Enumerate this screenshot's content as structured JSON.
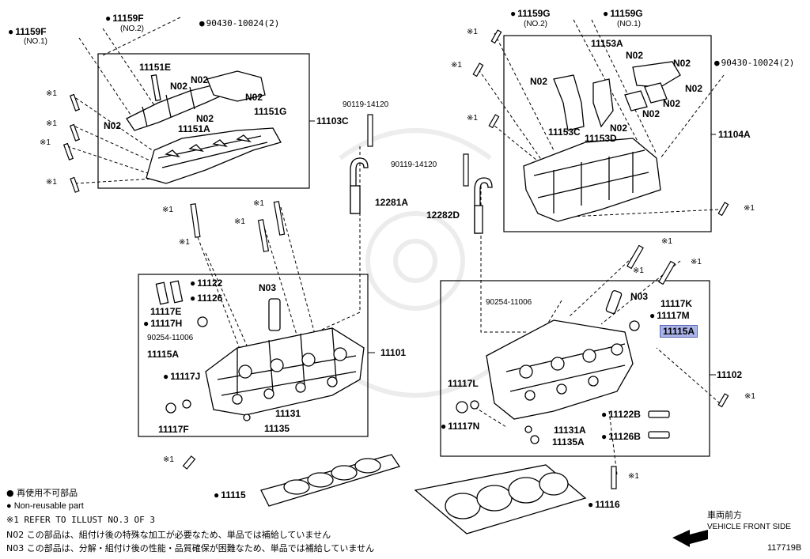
{
  "labels": {
    "p11159F_1": "11159F",
    "p11159F_1_sub": "(NO.1)",
    "p11159F_2": "11159F",
    "p11159F_2_sub": "(NO.2)",
    "p90430_left": "90430-10024(2)",
    "p11151E": "11151E",
    "p11151G": "11151G",
    "p11151A": "11151A",
    "p11103C": "11103C",
    "n02": "N02",
    "p90119_a": "90119-14120",
    "p90119_b": "90119-14120",
    "p12281A": "12281A",
    "p12282D": "12282D",
    "p11159G_2": "11159G",
    "p11159G_2_sub": "(NO.2)",
    "p11159G_1": "11159G",
    "p11159G_1_sub": "(NO.1)",
    "p90430_right": "90430-10024(2)",
    "p11153A": "11153A",
    "p11153C": "11153C",
    "p11153D": "11153D",
    "p11104A": "11104A",
    "p11122": "11122",
    "p11126": "11126",
    "p11117E": "11117E",
    "p11117H": "11117H",
    "p90254_left": "90254-11006",
    "p11115A_left": "11115A",
    "n03": "N03",
    "p11101": "11101",
    "p11117J": "11117J",
    "p11117F": "11117F",
    "p11131": "11131",
    "p11135": "11135",
    "p90254_right": "90254-11006",
    "p11117K": "11117K",
    "p11117M": "11117M",
    "p11115A_right": "11115A",
    "p11102": "11102",
    "p11117L": "11117L",
    "p11117N": "11117N",
    "p11122B": "11122B",
    "p11126B": "11126B",
    "p11131A": "11131A",
    "p11135A": "11135A",
    "p11115": "11115",
    "p11116": "11116",
    "ref": "※1"
  },
  "legend": {
    "line1": "● 再使用不可部品",
    "line2": "● Non-reusable part",
    "line3": "※1 REFER TO ILLUST NO.3 OF 3",
    "line4_code": "N02",
    "line4_text": "この部品は、組付け後の特殊な加工が必要なため、単品では補給していません",
    "line5_code": "N03",
    "line5_text": "この部品は、分解・組付け後の性能・品質確保が困難なため、単品では補給していません"
  },
  "orientation": {
    "jp": "車両前方",
    "en": "VEHICLE FRONT SIDE"
  },
  "figure_id": "117719B",
  "colors": {
    "highlight": "#aab4e8",
    "line": "#000000"
  }
}
